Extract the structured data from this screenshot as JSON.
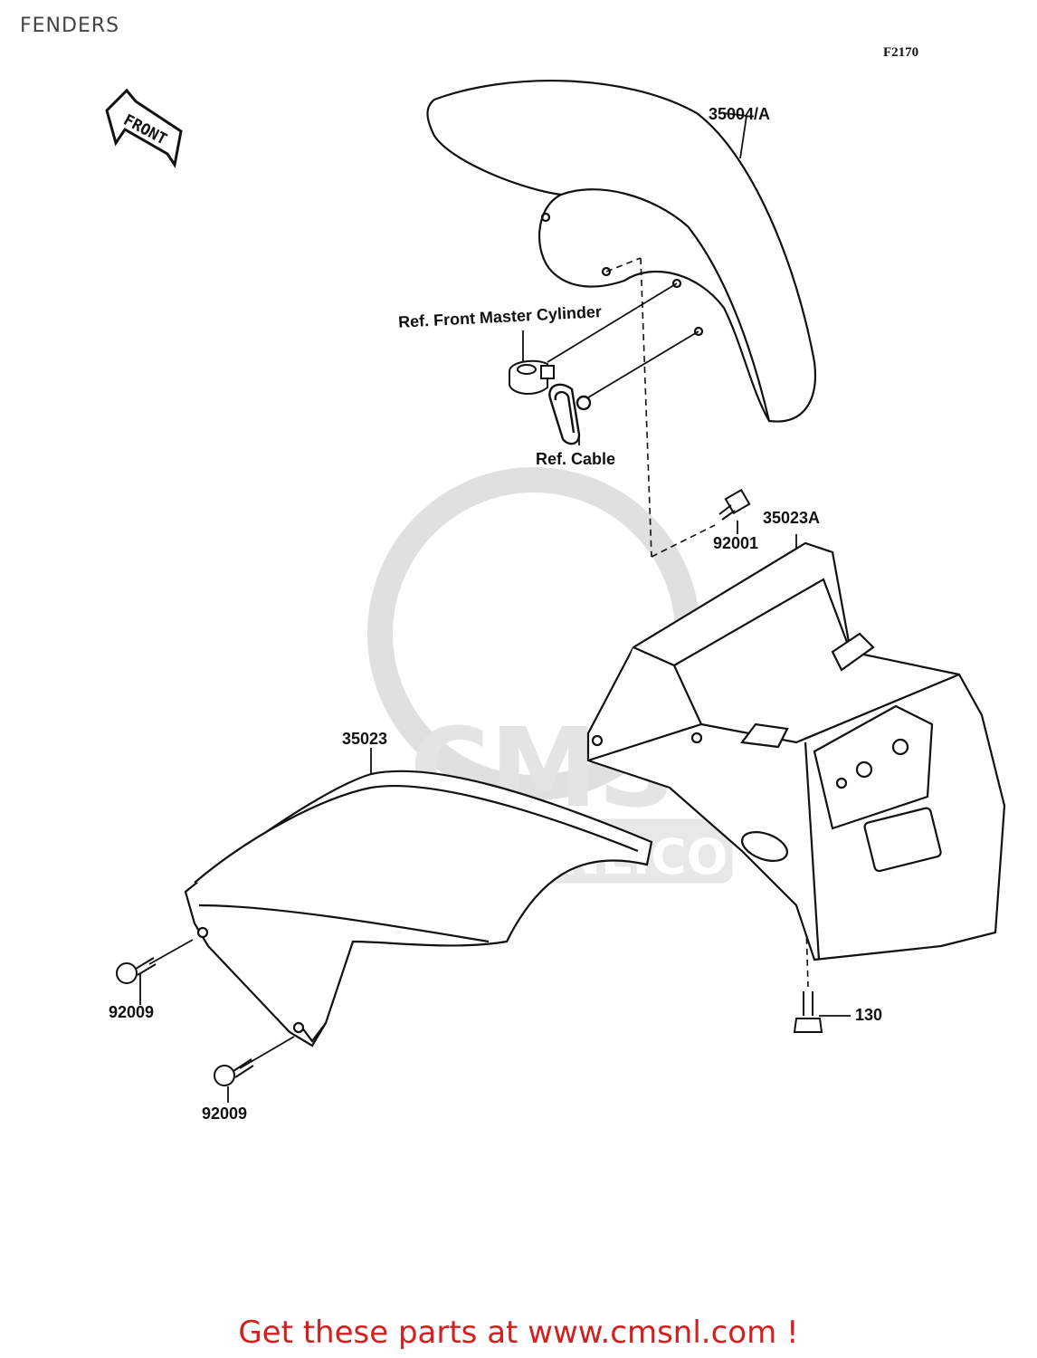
{
  "header": {
    "title": "FENDERS",
    "figure_code": "F2170"
  },
  "orientation": {
    "label": "FRONT"
  },
  "watermark": {
    "text": "WWW.CMSNL.COM",
    "logo": "CMS"
  },
  "callouts": {
    "front_fender": "35004/A",
    "master_cylinder": "Ref. Front Master Cylinder",
    "cable": "Ref. Cable",
    "bolt_92001": "92001",
    "rear_fender_35023A": "35023A",
    "rear_cover_35023": "35023",
    "screw_92009_a": "92009",
    "screw_92009_b": "92009",
    "bolt_130": "130"
  },
  "footer": {
    "text": "Get these parts at www.cmsnl.com !"
  },
  "colors": {
    "ink": "#111111",
    "footer": "#d02020",
    "watermark": "#e6e6e6"
  }
}
